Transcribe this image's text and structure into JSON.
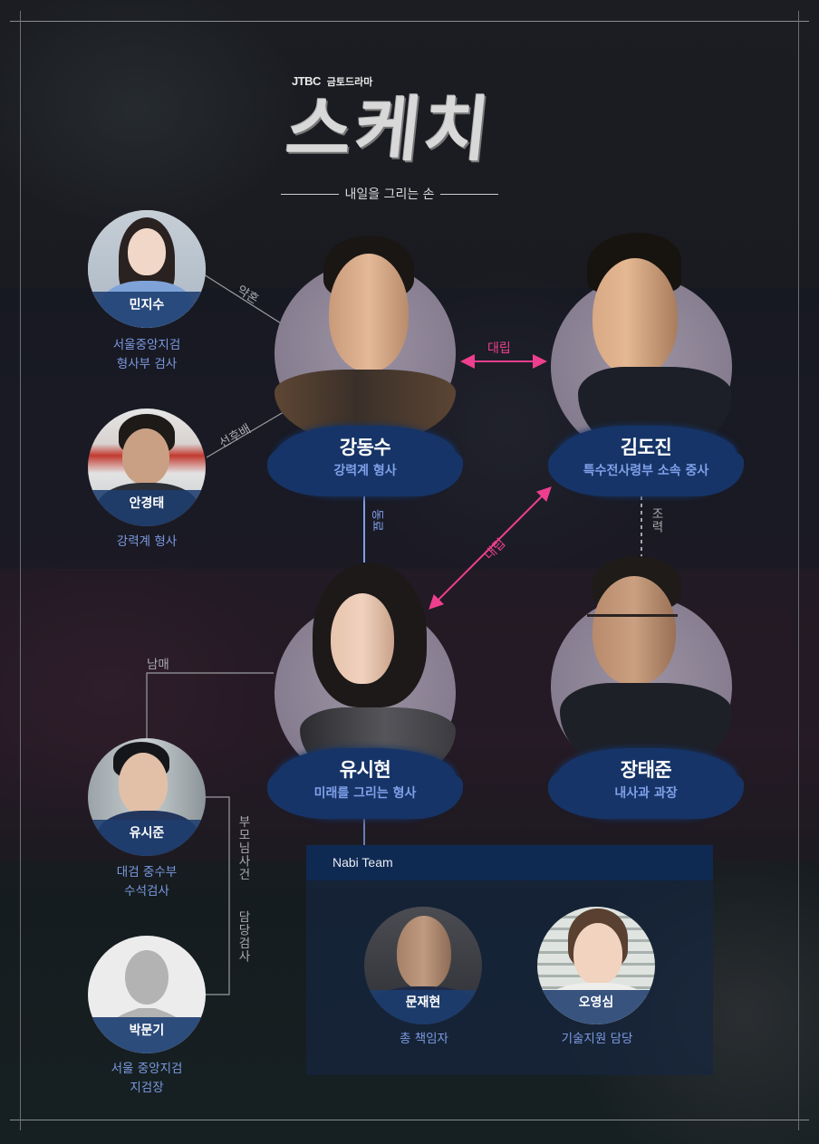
{
  "header": {
    "network": "JTBC",
    "slot": "금토드라마",
    "title": "스케치",
    "subtitle": "내일을 그리는 손"
  },
  "colors": {
    "accent_pink": "#ee3f8e",
    "role_blue": "#7b99e0",
    "banner_navy": "#163467",
    "team_header": "#0f2a52",
    "line_gray": "#8f9297",
    "colleague_line": "#7f9ee8"
  },
  "main_characters": [
    {
      "id": "kang-dongsoo",
      "name": "강동수",
      "role": "강력계 형사"
    },
    {
      "id": "kim-dojin",
      "name": "김도진",
      "role": "특수전사령부 소속 중사"
    },
    {
      "id": "yoo-sihyun",
      "name": "유시현",
      "role": "미래를 그리는 형사"
    },
    {
      "id": "jang-taejun",
      "name": "장태준",
      "role": "내사과 과장"
    }
  ],
  "side_characters": [
    {
      "id": "min-jisu",
      "name": "민지수",
      "role_lines": [
        "서울중앙지검",
        "형사부 검사"
      ]
    },
    {
      "id": "ahn-kyungtae",
      "name": "안경태",
      "role_lines": [
        "강력계 형사"
      ]
    },
    {
      "id": "yoo-sijun",
      "name": "유시준",
      "role_lines": [
        "대검 중수부",
        "수석검사"
      ]
    },
    {
      "id": "park-moongi",
      "name": "박문기",
      "role_lines": [
        "서울 중앙지검",
        "지검장"
      ]
    }
  ],
  "relations": {
    "fiance": "약혼",
    "senior_junior": "선후배",
    "conflict_horizontal": "대립",
    "conflict_diagonal": "대립",
    "colleague": "동료",
    "helper": "조력",
    "siblings": "남매",
    "parents_case": "부모님사건",
    "prosecutor_in_charge": "담당검사"
  },
  "team": {
    "title": "Nabi Team",
    "members": [
      {
        "id": "moon-jaehyun",
        "name": "문재현",
        "role": "총 책임자"
      },
      {
        "id": "oh-youngsim",
        "name": "오영심",
        "role": "기술지원 담당"
      }
    ]
  },
  "icons": {
    "placeholder_avatar": "person-silhouette-icon",
    "double_arrow": "double-arrow-icon"
  }
}
